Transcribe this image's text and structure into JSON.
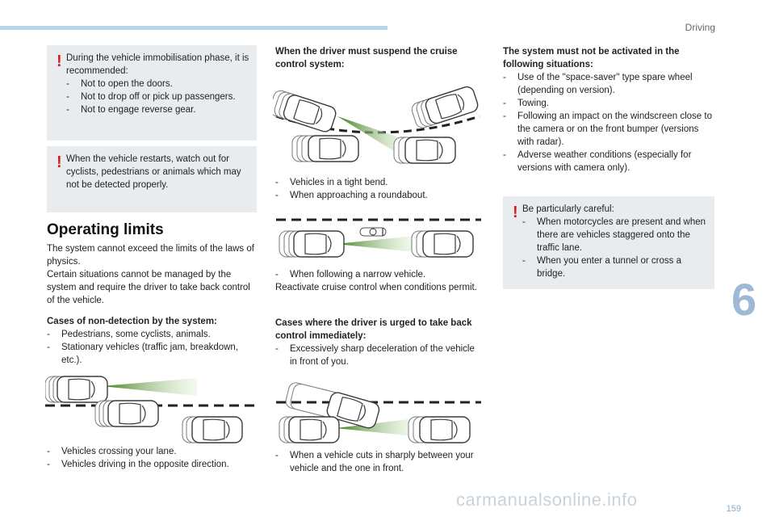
{
  "header": {
    "section": "Driving"
  },
  "chapter_number": "6",
  "page_number": "159",
  "watermark": "carmanualsonline.info",
  "note_immobilisation": {
    "intro": "During the vehicle immobilisation phase, it is recommended:",
    "items": [
      "Not to open the doors.",
      "Not to drop off or pick up passengers.",
      "Not to engage reverse gear."
    ]
  },
  "note_restart": {
    "text": "When the vehicle restarts, watch out for cyclists, pedestrians or animals which may not be detected properly."
  },
  "operating_limits": {
    "title": "Operating limits",
    "p1": "The system cannot exceed the limits of the laws of physics.",
    "p2": "Certain situations cannot be managed by the system and require the driver to take back control of the vehicle.",
    "non_detection_heading": "Cases of non-detection by the system:",
    "non_detection_items": [
      "Pedestrians, some cyclists, animals.",
      "Stationary vehicles (traffic jam, breakdown, etc.)."
    ],
    "crossing_items": [
      "Vehicles crossing your lane.",
      "Vehicles driving in the opposite direction."
    ]
  },
  "suspend": {
    "heading": "When the driver must suspend the cruise control system:",
    "items": [
      "Vehicles in a tight bend.",
      "When approaching a roundabout."
    ],
    "narrow_item": "When following a narrow vehicle.",
    "reactivate": "Reactivate cruise control when conditions permit."
  },
  "urged": {
    "heading": "Cases where the driver is urged to take back control immediately:",
    "items": [
      "Excessively sharp deceleration of the vehicle in front of you."
    ],
    "cutin_item": "When a vehicle cuts in sharply between your vehicle and the one in front."
  },
  "not_activated": {
    "heading": "The system must not be activated in the following situations:",
    "items": [
      "Use of the \"space-saver\" type spare wheel (depending on version).",
      "Towing.",
      "Following an impact on the windscreen close to the camera or on the front bumper (versions with radar).",
      "Adverse weather conditions (especially for versions with camera only)."
    ]
  },
  "note_careful": {
    "intro": "Be particularly careful:",
    "items": [
      "When motorcycles are present and when there are vehicles staggered onto the traffic lane.",
      "When you enter a tunnel or cross a bridge."
    ]
  }
}
